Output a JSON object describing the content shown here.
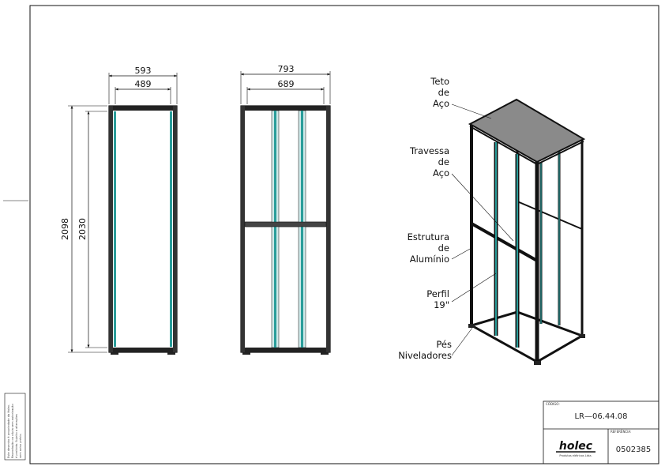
{
  "front_view": {
    "width_outer": "593",
    "width_inner": "489",
    "height_outer": "2098",
    "height_inner": "2030"
  },
  "side_view": {
    "width_outer": "793",
    "width_inner": "689"
  },
  "labels": {
    "roof": [
      "Teto",
      "de",
      "Aço"
    ],
    "crossbar": [
      "Travessa",
      "de",
      "Aço"
    ],
    "structure": [
      "Estrutura",
      "de",
      "Alumínio"
    ],
    "profile": [
      "Perfil",
      "19\""
    ],
    "feet": [
      "Pés",
      "Niveladores"
    ]
  },
  "title_block": {
    "code_label": "CÓDIGO:",
    "code": "LR—06.44.08",
    "ref_label": "REFERÊNCIA:",
    "ref": "0502385",
    "company": "holec",
    "company_sub": "Produtos elétricos Ltda."
  },
  "side_note": [
    "Este desenho é propriedade da Holec.",
    "Reprodução ou cópia sem autorização",
    "é proibida. Sujeito a alterações",
    "sem aviso prévio."
  ],
  "colors": {
    "line": "#111111",
    "profile": "#2a9d9a",
    "roof": "#8a8a8a"
  }
}
